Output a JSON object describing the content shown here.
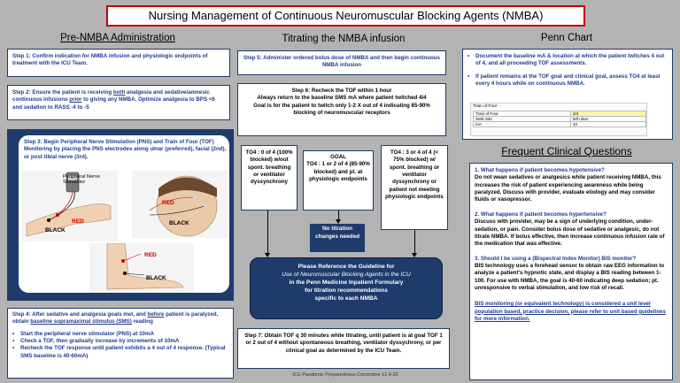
{
  "title": "Nursing Management of Continuous Neuromuscular Blocking Agents (NMBA)",
  "pre": {
    "header": "Pre-NMBA Administration",
    "step1": "Step 1: Confirm indication for NMBA infusion and physiologic endpoints of treatment with the ICU Team.",
    "step2_a": "Step 2:   Ensure the patient is receiving ",
    "step2_both": "both",
    "step2_b": " analgesia and sedative/amnesic continuous infusions ",
    "step2_prior": "prior",
    "step2_c": " to giving any NMBA. Optimize analgesia to BPS <6 and sedation to RASS -4 to -5",
    "step3": "Step 3: Begin Peripheral Nerve Stimulation (PNS) and Train of Four (TOF) Monitoring by placing the PNS electrodes along ulnar (preferred), facial (2nd), or post tibial nerve (3rd).",
    "labels": {
      "pns": "Peripheral Nerve Stimulator",
      "red1": "RED",
      "black1": "BLACK",
      "red2": "RED",
      "black2": "BLACK",
      "red3": "RED",
      "black3": "BLACK"
    },
    "step4_intro_a": "Step 4: After sedative and analgesia goals met, and ",
    "step4_before": "before",
    "step4_intro_b": " patient is paralyzed, obtain ",
    "step4_baseline": "baseline  supramaximal stimulus (SMS)",
    "step4_intro_c": " reading",
    "step4_bullets": [
      "Start the peripheral nerve stimulator (PNS) at 10mA",
      "Check a TOF, then gradually increase by increments of 10mA",
      "Recheck the TOF response until patient exhibits a 4 out of 4 response. (Typical SMS baseline is 40-60mA)"
    ]
  },
  "titrate": {
    "header": "Titrating the NMBA infusion",
    "step5": "Step 5: Administer ordered bolus dose of NMBA and then begin continuous NMBA infusion",
    "step6_l1": "Step 6: Recheck the TOF within 1 hour",
    "step6_l2": "Always return to the baseline SMS mA where patient twitched 4/4",
    "step6_l3": "Goal is for the patient to twitch only 1-2 X out of 4 indicating 85-90% blocking of neuromuscular receptors",
    "left_box": "TO4 : 0 of 4 (100% blocked) w/out spont. breathing or ventilator dyssynchrony",
    "goal_box_title": "GOAL",
    "goal_box": "TO4 : 1 or 2 of 4 (85-90% blocked) and pt. at physiologic endpoints",
    "right_box": "TO4 : 3 or 4 of 4 (< 75% blocked) w/ spont. breathing or ventilator dyssynchrony or patient not meeting physiologic endpoints",
    "no_titration": "No titration changes needed",
    "guideline_l1": "Please Reference the Guideline for",
    "guideline_l2": "Use of Neuromuscular Blocking Agents in the ICU",
    "guideline_l3": "in the Penn Medicine Inpatient Formulary",
    "guideline_l4": "for titration recommendations",
    "guideline_l5": "specific to each NMBA",
    "step7": "Step 7: Obtain TOF q 30 minutes while titrating, until patient is at goal TOF 1 or 2 out of 4 without spontaneous breathing, ventilator dyssychrony, or per clinical goal as determined by the ICU Team.",
    "footer": "ICU Pandemic Preparedness Committee   11-9-20"
  },
  "penn": {
    "header": "Penn Chart",
    "bullets": [
      "Document the baseline mA & location at which the patient twitches 4 out of 4, and all proceeding TOF assessments.",
      "If patient remains at the TOF goal and clinical goal, assess TO4 at least every 4 hours while on continuous NMBA."
    ],
    "table_title": "Train of Four",
    "table_rows": [
      [
        "Train of Four",
        "4/4"
      ],
      [
        "SMS Site",
        "left ulnar"
      ],
      [
        "mA",
        "10"
      ]
    ]
  },
  "faq": {
    "header": "Frequent Clinical Questions",
    "q1": "1. What happens if patient becomes hypotensive?",
    "a1": "Do not wean sedatives or analgesics while patient receiving NMBA, this increases the risk of patient experiencing awareness while being paralyzed. Discuss with provider, evaluate etiology and may consider fluids or vasopressor.",
    "q2": "2. What happens if patient becomes hypertensive?",
    "a2": "Discuss with provider, may be a sign of underlying condition, under-sedation, or pain. Consider bolus dose of sedative or analgesic, do not titrate NMBA. If bolus effective, then increase continuous infusion rate of the medication that was effective.",
    "q3": "3. Should I be using a (Bispectral Index Monitor) BIS monitor?",
    "a3": "BIS technology uses a forehead sensor to obtain raw EEG information to analyze a patient's hypnotic state, and display a BIS reading between 1-100. For use with NMBA, the goal is 40-60 indicating deep sedation; pt. unresponsive to verbal stimulation, and low risk of recall.",
    "note": "BIS monitoring (or equivalent technology) is considered a unit level population based, practice decision, please refer to unit based guidelines for more information."
  }
}
